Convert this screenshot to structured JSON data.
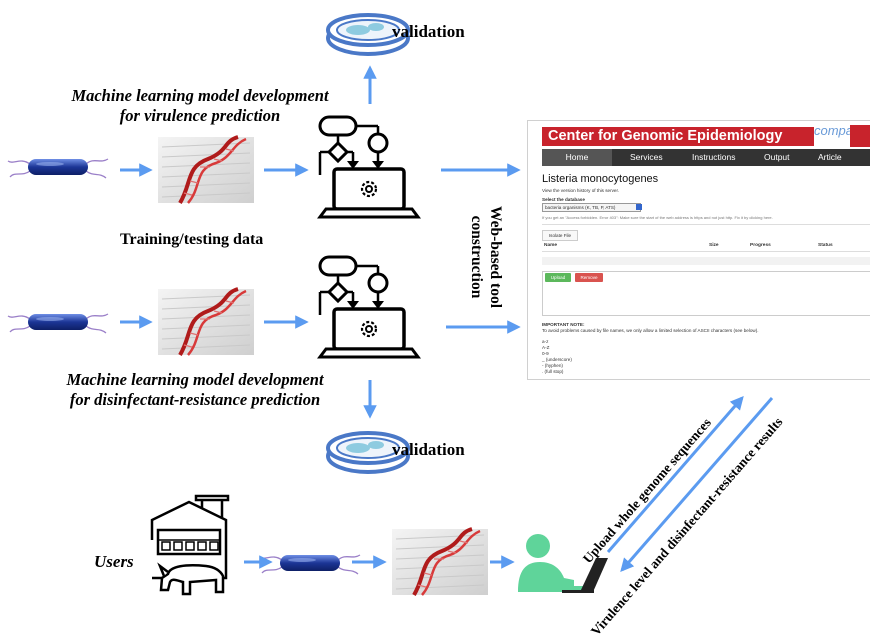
{
  "labels": {
    "validation_top": "validation",
    "validation_bottom": "validation",
    "ml_virulence_line1": "Machine learning model development",
    "ml_virulence_line2": "for virulence prediction",
    "training_testing": "Training/testing data",
    "ml_disinfectant_line1": "Machine learning model development",
    "ml_disinfectant_line2": "for disinfectant-resistance prediction",
    "web_tool_line1": "Web-based tool",
    "web_tool_line2": "construction",
    "users": "Users",
    "upload": "Upload whole genome sequences",
    "results": "Virulence level and disinfectant-resistance results"
  },
  "website": {
    "header_title": "Center for Genomic Epidemiology",
    "brand": "compare",
    "nav": [
      "Home",
      "Services",
      "Instructions",
      "Output",
      "Article abstract"
    ],
    "page_title": "Listeria monocytogenes",
    "version_text": "View the version history of this server.",
    "select_label": "Select the database",
    "select_value": "bacteria organisms (K, TB, P, ATS)",
    "notice": "If you get an \"Access forbidden. Error 403\": Make sure the start of the web address is https and not just http. Fix it by clicking here.",
    "isolate_button": "Isolate File",
    "columns": [
      "Name",
      "Size",
      "Progress",
      "Status"
    ],
    "upload_button": "Upload",
    "remove_button": "Remove",
    "note_title": "IMPORTANT NOTE:",
    "note_text": "To avoid problems caused by file names, we only allow a limited selection of ASCII characters (see below).",
    "allowed_chars": [
      "a-z",
      "A-Z",
      "0-9",
      "_ (underscore)",
      "- (hyphen)",
      ". (full stop)"
    ]
  },
  "colors": {
    "arrow": "#5b9bf0",
    "dish_outline": "#4a78c7",
    "bacteria": "#1e3a8f",
    "user": "#5fd49a",
    "header_red": "#c8232c"
  }
}
